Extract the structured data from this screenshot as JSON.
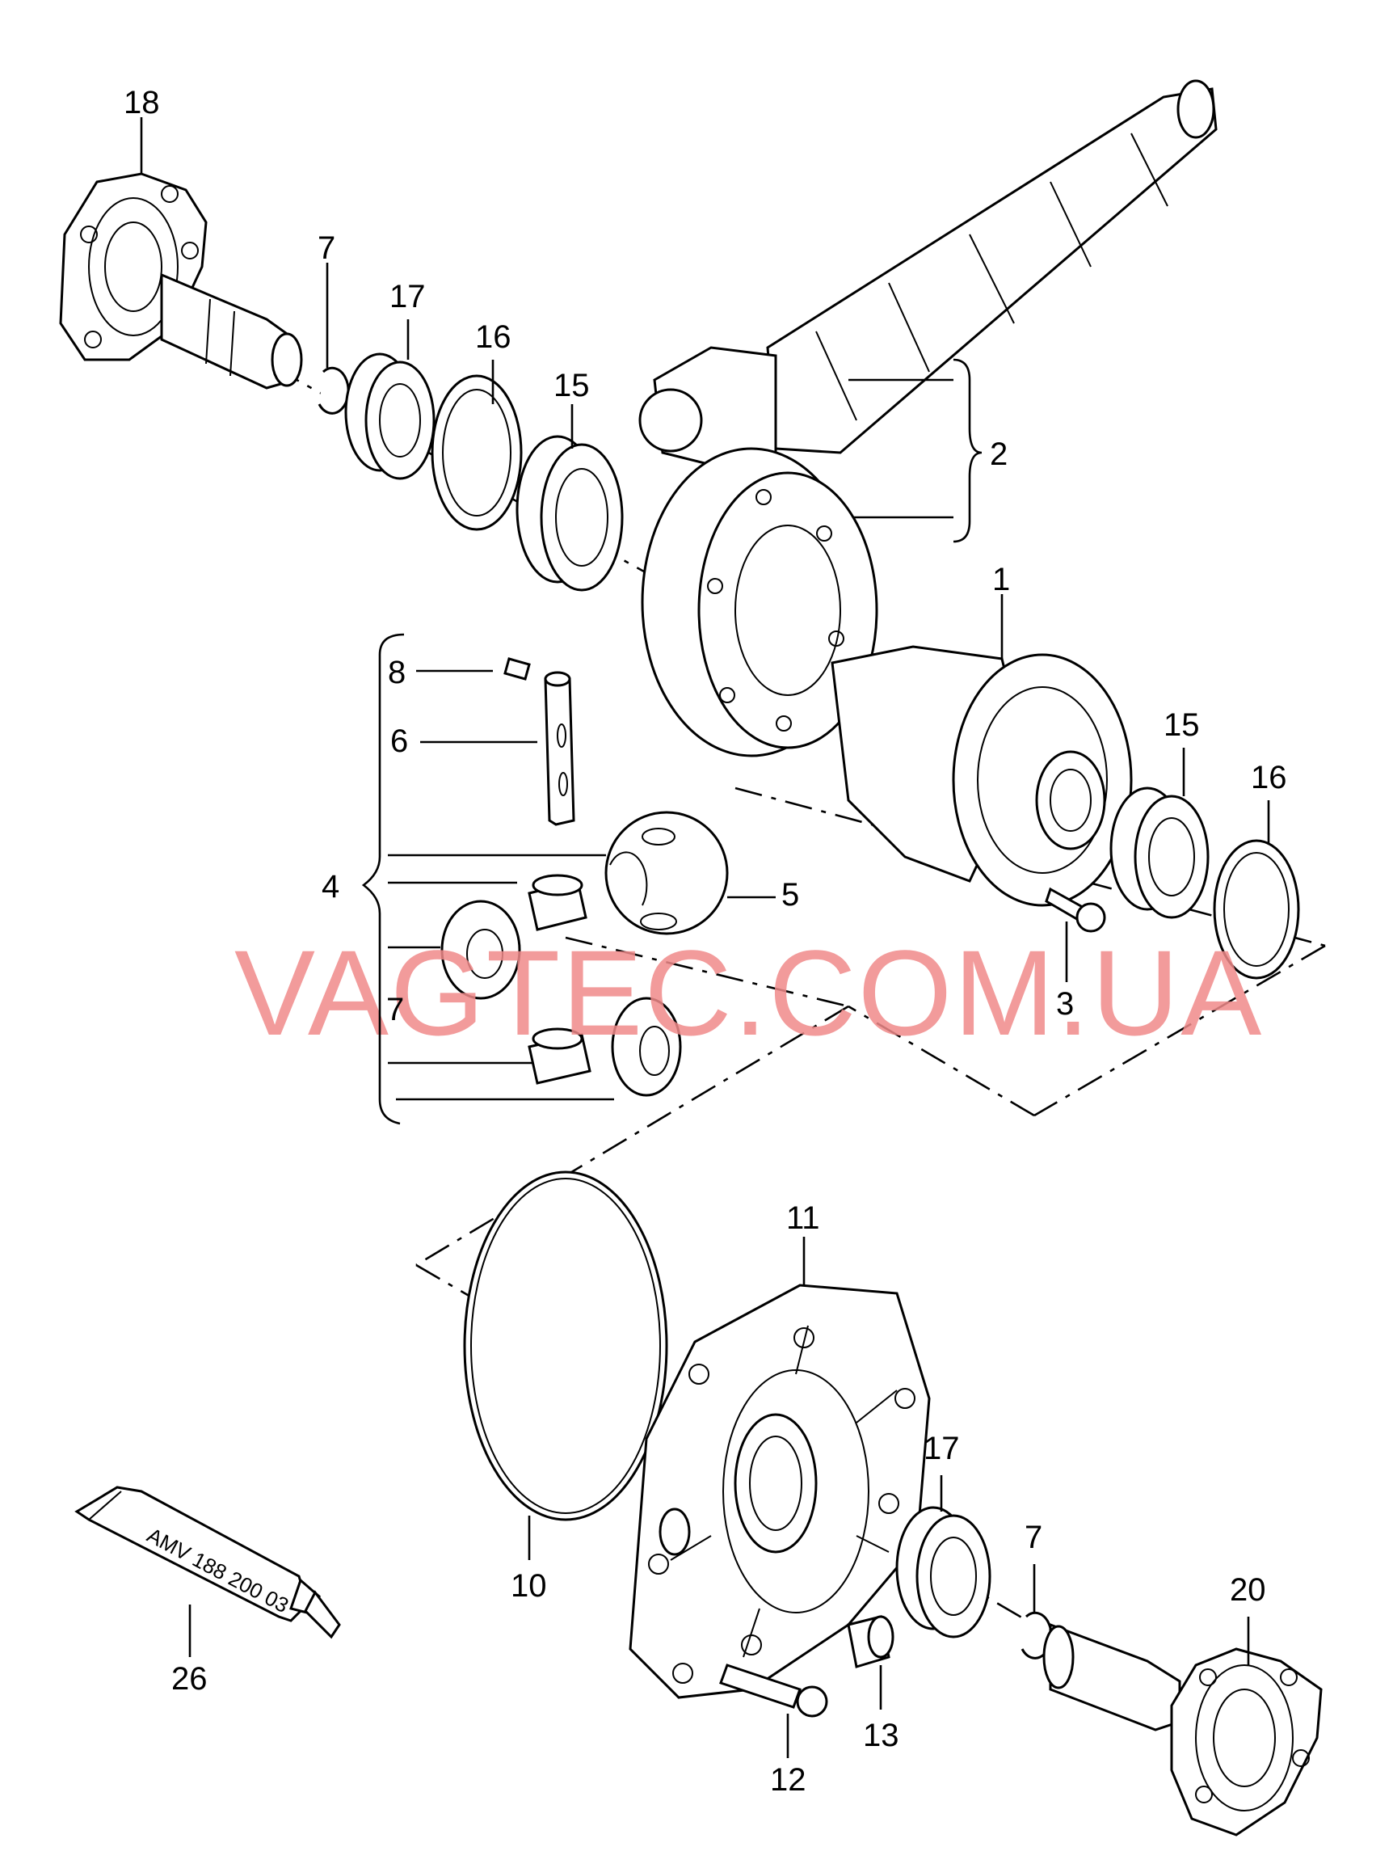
{
  "watermark": "VAGTEC.COM.UA",
  "tube_label": "AMV 188 200 03",
  "callouts": {
    "c1": "1",
    "c2": "2",
    "c3": "3",
    "c4": "4",
    "c5": "5",
    "c6": "6",
    "c7a": "7",
    "c7b": "7",
    "c7c": "7",
    "c8": "8",
    "c10": "10",
    "c11": "11",
    "c12": "12",
    "c13": "13",
    "c15a": "15",
    "c15b": "15",
    "c16a": "16",
    "c16b": "16",
    "c17a": "17",
    "c17b": "17",
    "c18": "18",
    "c20": "20",
    "c26": "26"
  }
}
